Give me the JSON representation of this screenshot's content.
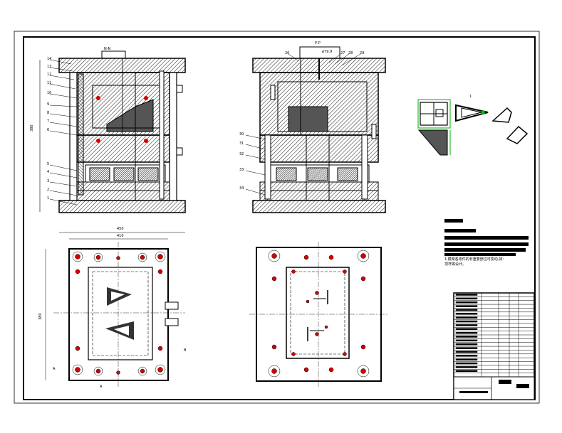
{
  "views": {
    "section_nn": {
      "label": "N-N",
      "height_dim": "380"
    },
    "section_pp": {
      "label": "P-P",
      "top_dim": "ø79.9"
    },
    "top_left": {
      "width_dim_outer": "450",
      "width_dim_inner": "410",
      "height_dim": "380",
      "marker_a": "A",
      "marker_b": "A",
      "marker_c": "B"
    },
    "top_right": {}
  },
  "callouts_left": [
    "14",
    "13",
    "12",
    "11",
    "10",
    "9",
    "8",
    "7",
    "6",
    "5",
    "4",
    "3",
    "2",
    "1"
  ],
  "callouts_right_top": [
    "26",
    "27",
    "28",
    "29"
  ],
  "callouts_right_side": [
    "30",
    "31",
    "32",
    "33",
    "34"
  ],
  "parts_label": "1",
  "notes": {
    "line1": "1.模架各零件的非重要部位可变动,如:",
    "line2": "顶杆等设计。"
  },
  "title_block": {
    "rows": 22
  },
  "colors": {
    "line": "#000000",
    "hatch": "#000000",
    "red": "#d40000",
    "green": "#00b000"
  }
}
